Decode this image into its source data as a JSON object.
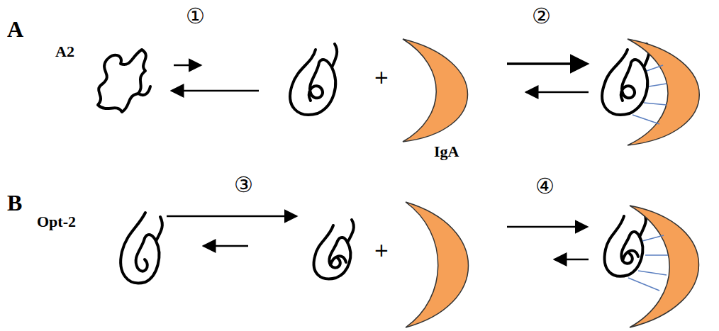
{
  "diagram": {
    "labels": [
      "A",
      "A2",
      "①",
      "②",
      "+",
      "IgA",
      "B",
      "Opt-2",
      "③",
      "④",
      "+"
    ]
  }
}
